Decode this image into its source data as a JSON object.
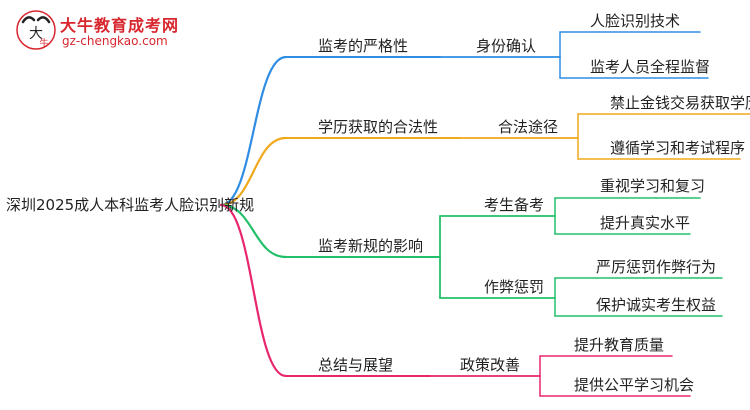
{
  "logo": {
    "title": "大牛教育成考网",
    "url": "gz-chengkao.com",
    "brand_color": "#d8262e"
  },
  "root": {
    "label": "深圳2025成人本科监考人脸识别新规"
  },
  "branches": [
    {
      "label": "监考的严格性",
      "color": "#2f8de4",
      "children": [
        {
          "label": "身份确认",
          "children": [
            "人脸识别技术",
            "监考人员全程监督"
          ]
        }
      ]
    },
    {
      "label": "学历获取的合法性",
      "color": "#f0a81c",
      "children": [
        {
          "label": "合法途径",
          "children": [
            "禁止金钱交易获取学历",
            "遵循学习和考试程序"
          ]
        }
      ]
    },
    {
      "label": "监考新规的影响",
      "color": "#22c06a",
      "children": [
        {
          "label": "考生备考",
          "children": [
            "重视学习和复习",
            "提升真实水平"
          ]
        },
        {
          "label": "作弊惩罚",
          "children": [
            "严厉惩罚作弊行为",
            "保护诚实考生权益"
          ]
        }
      ]
    },
    {
      "label": "总结与展望",
      "color": "#e8266e",
      "children": [
        {
          "label": "政策改善",
          "children": [
            "提升教育质量",
            "提供公平学习机会"
          ]
        }
      ]
    }
  ]
}
